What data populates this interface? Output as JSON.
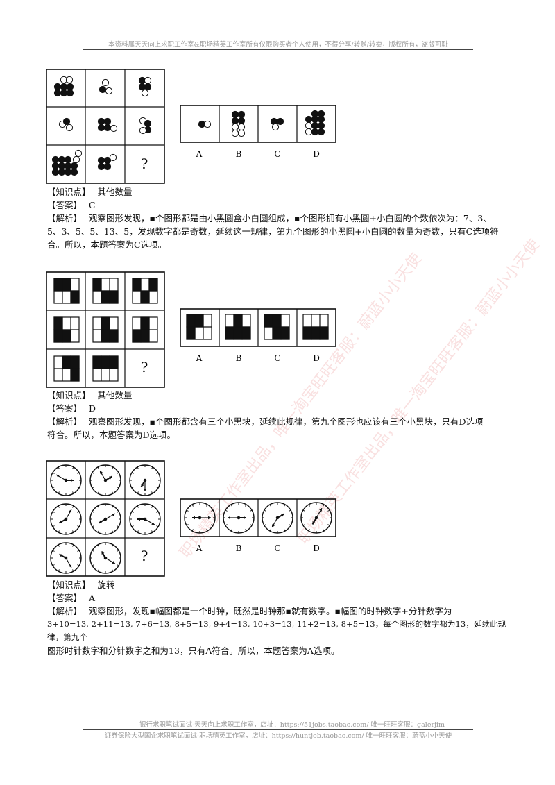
{
  "header": {
    "text": "本资料属天天向上求职工作室&职场精英工作室所有仅限购买者个人使用，不得分享/转赠/转卖，版权所有，盗版可耻"
  },
  "footer": {
    "line1": "银行求职笔试面试-天天向上求职工作室，店址：https://51jobs.taobao.com/ 唯一旺旺客服：galerjim",
    "line2": "证券保险大型国企求职笔试面试-职场精英工作室，店址：https://huntjob.taobao.com/ 唯一旺旺客服：蔚蓝小小天使"
  },
  "watermark": {
    "a": "职场精英工作室出品，唯一淘宝旺旺客服：蔚蓝小小天使",
    "b": "职场精英工作室出品，唯一淘宝旺旺客服：蔚蓝小小天使"
  },
  "options": [
    "A",
    "B",
    "C",
    "D"
  ],
  "question_mark": "?",
  "q1": {
    "k_label": "【知识点】",
    "k_value": "其他数量",
    "a_label": "【答案】",
    "a_value": "C",
    "e_label": "【解析】",
    "e_line1": "观察图形发现，▪个图形都是由小黑圆盒小白圆组成，▪个图形拥有小黑圆+小白圆的个数依次为：7、3、",
    "e_line2": "5、3、5、5、13、5，发现数字都是奇数，延续这一规律，第九个图形的小黑圆+小白圆的数量为奇数，只有C选项符",
    "e_line3": "合。所以，本题答案为C选项。"
  },
  "q2": {
    "k_label": "【知识点】",
    "k_value": "其他数量",
    "a_label": "【答案】",
    "a_value": "D",
    "e_label": "【解析】",
    "e_line1": "观察图形发现，▪个图形都含有三个小黑块，延续此规律，第九个图形也应该有三个小黑块，只有D选项",
    "e_line2": "符合。所以，本题答案为D选项。"
  },
  "q3": {
    "k_label": "【知识点】",
    "k_value": "旋转",
    "a_label": "【答案】",
    "a_value": "A",
    "e_label": "【解析】",
    "e_line1": "观察图形，发现▪幅图都是一个时钟，既然是时钟那▪就有数字。▪幅图的时钟数字+分针数字为",
    "e_line2": "3+10=13, 2+11=13, 7+6=13, 8+5=13, 9+4=13, 10+3=13, 11+2=13, 8+5=13，每个图形的数字都为13，延续此规律，第九个",
    "e_line3": "图形时针数字和分针数字之和为13，只有A符合。所以，本题答案为A选项。"
  }
}
